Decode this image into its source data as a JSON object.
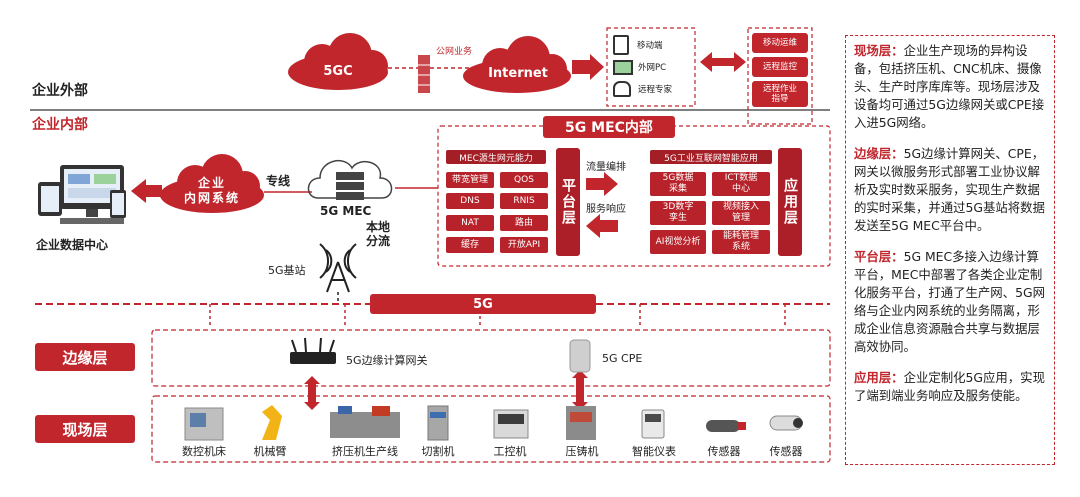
{
  "outer_label": "企业外部",
  "inner_label": "企业内部",
  "cloud_5gc": "5GC",
  "public_net_label": "公网业务",
  "cloud_internet": "Internet",
  "remote_devices": [
    "移动端",
    "外网PC",
    "远程专家"
  ],
  "remote_services": [
    "移动运维",
    "远程监控",
    "远程作业\n指导"
  ],
  "enterprise_cloud": "企业\n内网系统",
  "dedicated_line": "专线",
  "data_center_label": "企业数据中心",
  "mec_server_label": "5G MEC",
  "local_offload": "本地\n分流",
  "base_station_label": "5G基站",
  "mec_panel": {
    "title": "5G MEC内部",
    "capability_title": "MEC源生网元能力",
    "capabilities": [
      "带宽管理",
      "QOS",
      "DNS",
      "RNIS",
      "NAT",
      "路由",
      "缓存",
      "开放API"
    ],
    "platform_label": "平台层",
    "flow_arrange": "流量编排",
    "service_response": "服务响应",
    "app_title": "5G工业互联网智能应用",
    "apps": [
      "5G数据\n采集",
      "ICT数据\n中心",
      "3D数字\n孪生",
      "视频接入\n管理",
      "AI视觉分析",
      "能耗管理\n系统"
    ],
    "app_label": "应用层"
  },
  "bar_5g": "5G",
  "edge_layer": "边缘层",
  "field_layer": "现场层",
  "edge_gateway": "5G边缘计算网关",
  "cpe": "5G CPE",
  "devices": [
    "数控机床",
    "机械臂",
    "挤压机生产线",
    "切割机",
    "工控机",
    "压铸机",
    "智能仪表",
    "传感器",
    "传感器"
  ],
  "descriptions": [
    {
      "key": "现场层：",
      "text": "企业生产现场的异构设备，包括挤压机、CNC机床、摄像头、生产时序库库等。现场层涉及设备均可通过5G边缘网关或CPE接入进5G网络。"
    },
    {
      "key": "边缘层：",
      "text": "5G边缘计算网关、CPE，网关以微服务形式部署工业协议解析及实时数采服务，实现生产数据的实时采集，并通过5G基站将数据发送至5G MEC平台中。"
    },
    {
      "key": "平台层：",
      "text": "5G MEC多接入边缘计算平台，MEC中部署了各类企业定制化服务平台，打通了生产网、5G网络与企业内网系统的业务隔离，形成企业信息资源融合共享与数据层高效协同。"
    },
    {
      "key": "应用层：",
      "text": "企业定制化5G应用，实现了端到端业务响应及服务使能。"
    }
  ],
  "colors": {
    "brand_red": "#c0262c",
    "dark_red": "#a41e26"
  }
}
